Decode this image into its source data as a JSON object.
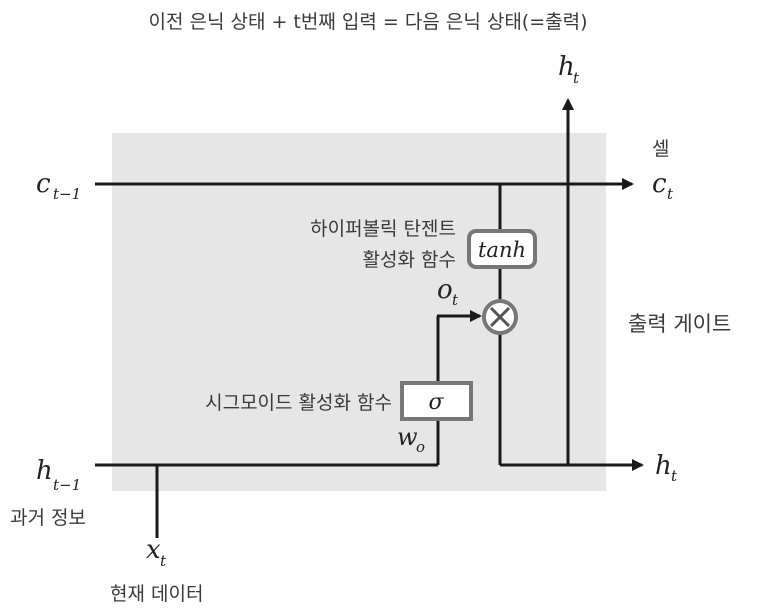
{
  "title": "이전 은닉 상태 + t번째 입력 = 다음 은닉 상태(=출력)",
  "labels": {
    "cell": "셀",
    "output_gate": "출력 게이트",
    "tanh_desc_line1": "하이퍼볼릭 탄젠트",
    "tanh_desc_line2": "활성화 함수",
    "sigmoid_desc": "시그모이드 활성화 함수",
    "past_info": "과거 정보",
    "current_data": "현재 데이터"
  },
  "boxes": {
    "tanh": "tanh",
    "sigma": "σ"
  },
  "math": {
    "c_prev": {
      "base": "c",
      "sub": "t−1"
    },
    "c_next": {
      "base": "c",
      "sub": "t"
    },
    "h_prev": {
      "base": "h",
      "sub": "t−1"
    },
    "h_next": {
      "base": "h",
      "sub": "t"
    },
    "h_top": {
      "base": "h",
      "sub": "t"
    },
    "o_t": {
      "base": "o",
      "sub": "t"
    },
    "w_o": {
      "base": "w",
      "sub": "o"
    },
    "x_t": {
      "base": "x",
      "sub": "t"
    }
  },
  "colors": {
    "cell_bg": "#e6e6e6",
    "line": "#1a1a1a",
    "box_border": "#777777"
  }
}
